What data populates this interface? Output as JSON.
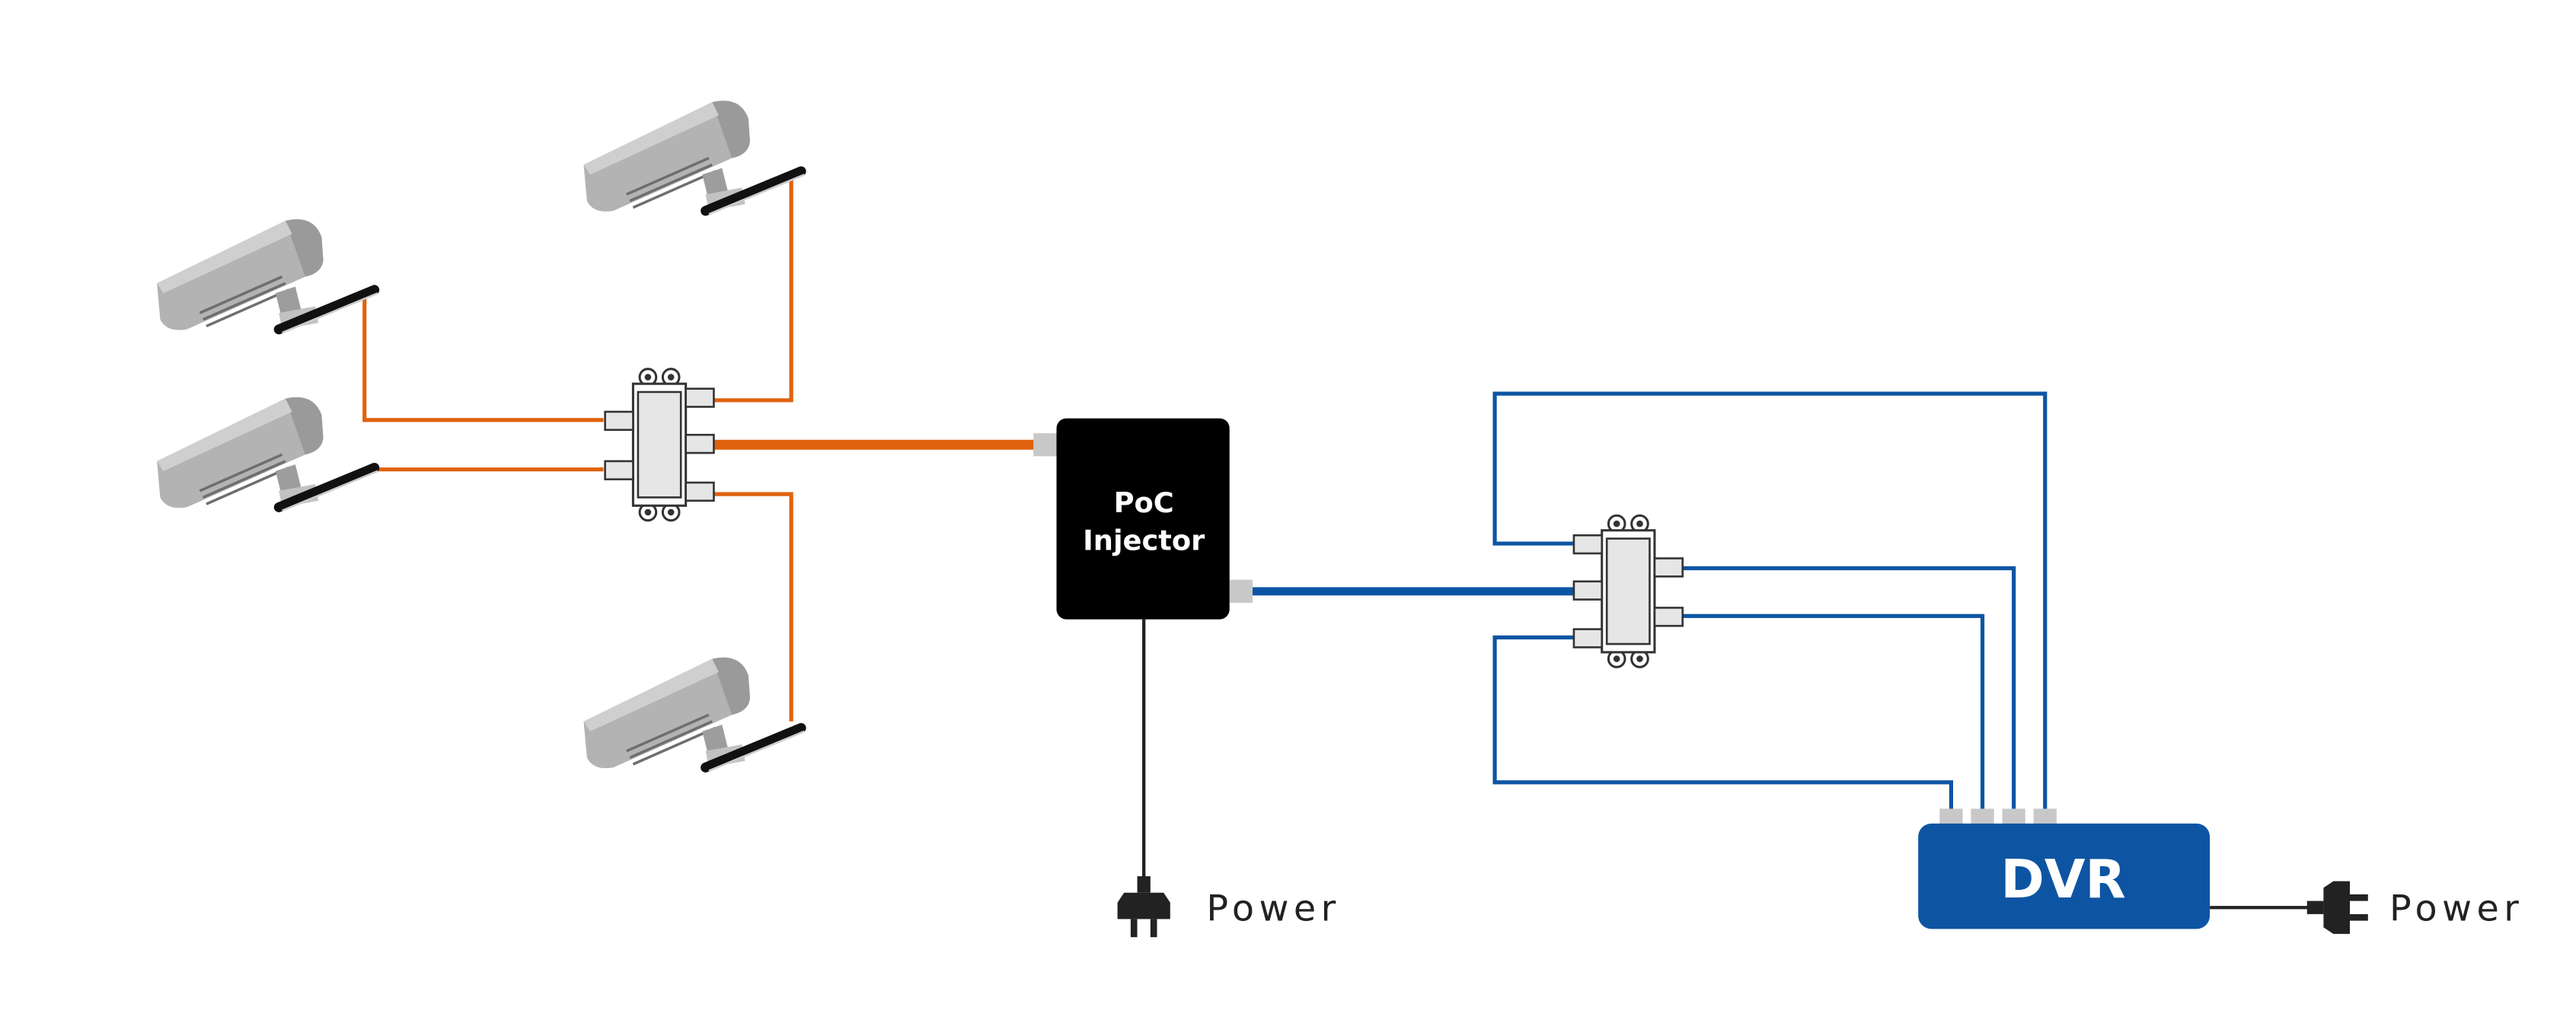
{
  "injector": {
    "line1": "PoC",
    "line2": "Injector",
    "color": "#000000"
  },
  "dvr": {
    "label": "DVR",
    "color": "#0d55a3"
  },
  "power_left": {
    "label": "Power",
    "icon": "plug-icon"
  },
  "power_right": {
    "label": "Power",
    "icon": "plug-icon"
  },
  "colors": {
    "coax_orange": "#e0620e",
    "coax_blue": "#0d55a3",
    "power_cable": "#222222",
    "connector_gray": "#c8c8c8",
    "camera_body": "#b3b3b3",
    "splitter_fill": "#e6e6e6"
  },
  "icons": [
    "camera-icon",
    "splitter-icon",
    "plug-icon"
  ]
}
